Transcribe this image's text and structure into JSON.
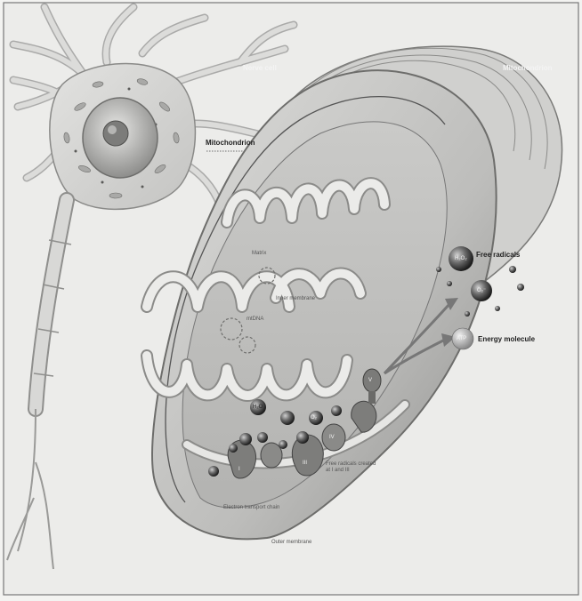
{
  "labels": {
    "nerve_cell": "Nerve cell",
    "mitochondrion_top": "Mitochondrion",
    "mitochondrion_callout": "Mitochondrion",
    "matrix": "Matrix",
    "inner_membrane": "Inner membrane",
    "mtdna": "mtDNA",
    "free_radicals": "Free radicals",
    "energy_molecule": "Energy molecule",
    "electron_transport_chain": "Electron transport chain",
    "outer_membrane": "Outer membrane",
    "free_radicals_created": "Free radicals created at I and III"
  },
  "symbols": {
    "h2o2": "H₂O₂",
    "o2_radical": "O₂⁻",
    "atp": "ATP",
    "h2o": "H₂O",
    "o2": "O₂",
    "complex_i": "I",
    "complex_iii": "III",
    "complex_iv": "IV",
    "complex_v": "V"
  }
}
